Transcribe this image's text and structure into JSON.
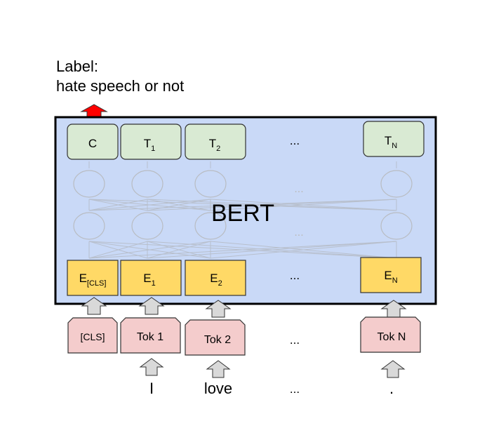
{
  "label": {
    "line1": "Label:",
    "line2": "hate speech or not"
  },
  "model_name": "BERT",
  "ellipsis": "...",
  "outputs": [
    {
      "base": "C",
      "sub": ""
    },
    {
      "base": "T",
      "sub": "1"
    },
    {
      "base": "T",
      "sub": "2"
    },
    {
      "base": "T",
      "sub": "N"
    }
  ],
  "embeddings": [
    {
      "base": "E",
      "sub": "[CLS]"
    },
    {
      "base": "E",
      "sub": "1"
    },
    {
      "base": "E",
      "sub": "2"
    },
    {
      "base": "E",
      "sub": "N"
    }
  ],
  "tokens": [
    "[CLS]",
    "Tok 1",
    "Tok 2",
    "Tok N"
  ],
  "words": [
    "I",
    "love",
    "."
  ],
  "colors": {
    "bert_fill": "#c9d9f7",
    "output_fill": "#d9ead3",
    "embedding_fill": "#ffd966",
    "token_fill": "#f4cccc",
    "arrow_gray": "#d9d9d9",
    "arrow_red": "#ff0000"
  }
}
